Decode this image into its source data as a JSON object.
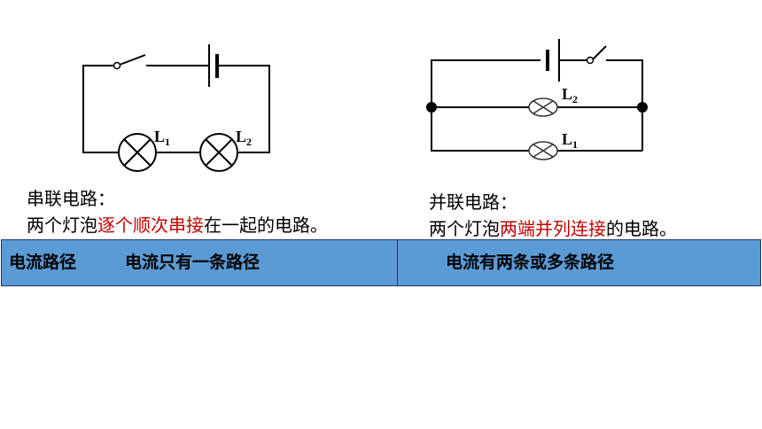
{
  "series": {
    "title": "串联电路：",
    "line_prefix": "两个灯泡",
    "line_highlight": "逐个顺次串接",
    "line_suffix": "在一起的电路。",
    "lamp1": {
      "main": "L",
      "sub": "1"
    },
    "lamp2": {
      "main": "L",
      "sub": "2"
    }
  },
  "parallel": {
    "title": "并联电路：",
    "line_prefix": "两个灯泡",
    "line_highlight": "两端并列连接",
    "line_suffix": "的电路。",
    "lamp1": {
      "main": "L",
      "sub": "1"
    },
    "lamp2": {
      "main": "L",
      "sub": "2"
    }
  },
  "table": {
    "header": "电流路径",
    "series_cell": "电流只有一条路径",
    "parallel_cell": "电流有两条或多条路径"
  },
  "colors": {
    "highlight": "#c00000",
    "table_bg": "#5b9bd5"
  }
}
